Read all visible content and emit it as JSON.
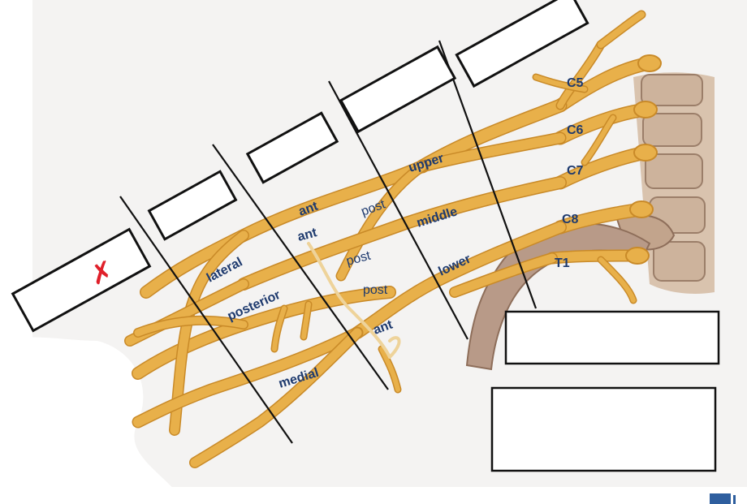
{
  "diagram": {
    "spinal_roots": [
      "C5",
      "C6",
      "C7",
      "C8",
      "T1"
    ],
    "trunks": [
      "upper",
      "middle",
      "lower"
    ],
    "divisions": [
      "ant",
      "post",
      "ant",
      "post",
      "post",
      "ant"
    ],
    "cords": [
      "lateral",
      "posterior",
      "medial"
    ],
    "answer_boxes": [
      {
        "id": "roots",
        "value": ""
      },
      {
        "id": "trunks",
        "value": ""
      },
      {
        "id": "divisions",
        "value": ""
      },
      {
        "id": "cords",
        "value": ""
      },
      {
        "id": "branches",
        "value": ""
      },
      {
        "id": "box-right-1",
        "value": ""
      },
      {
        "id": "box-right-2",
        "value": ""
      }
    ],
    "cross_mark": "✗"
  },
  "colors": {
    "nerve": "#E8B04A",
    "nerve_dark": "#C98A28",
    "bone": "#C9A98E",
    "bone_dark": "#8E6E5A",
    "rib": "#B89A88",
    "label": "#1E3A6E",
    "mark": "#E0202A"
  }
}
